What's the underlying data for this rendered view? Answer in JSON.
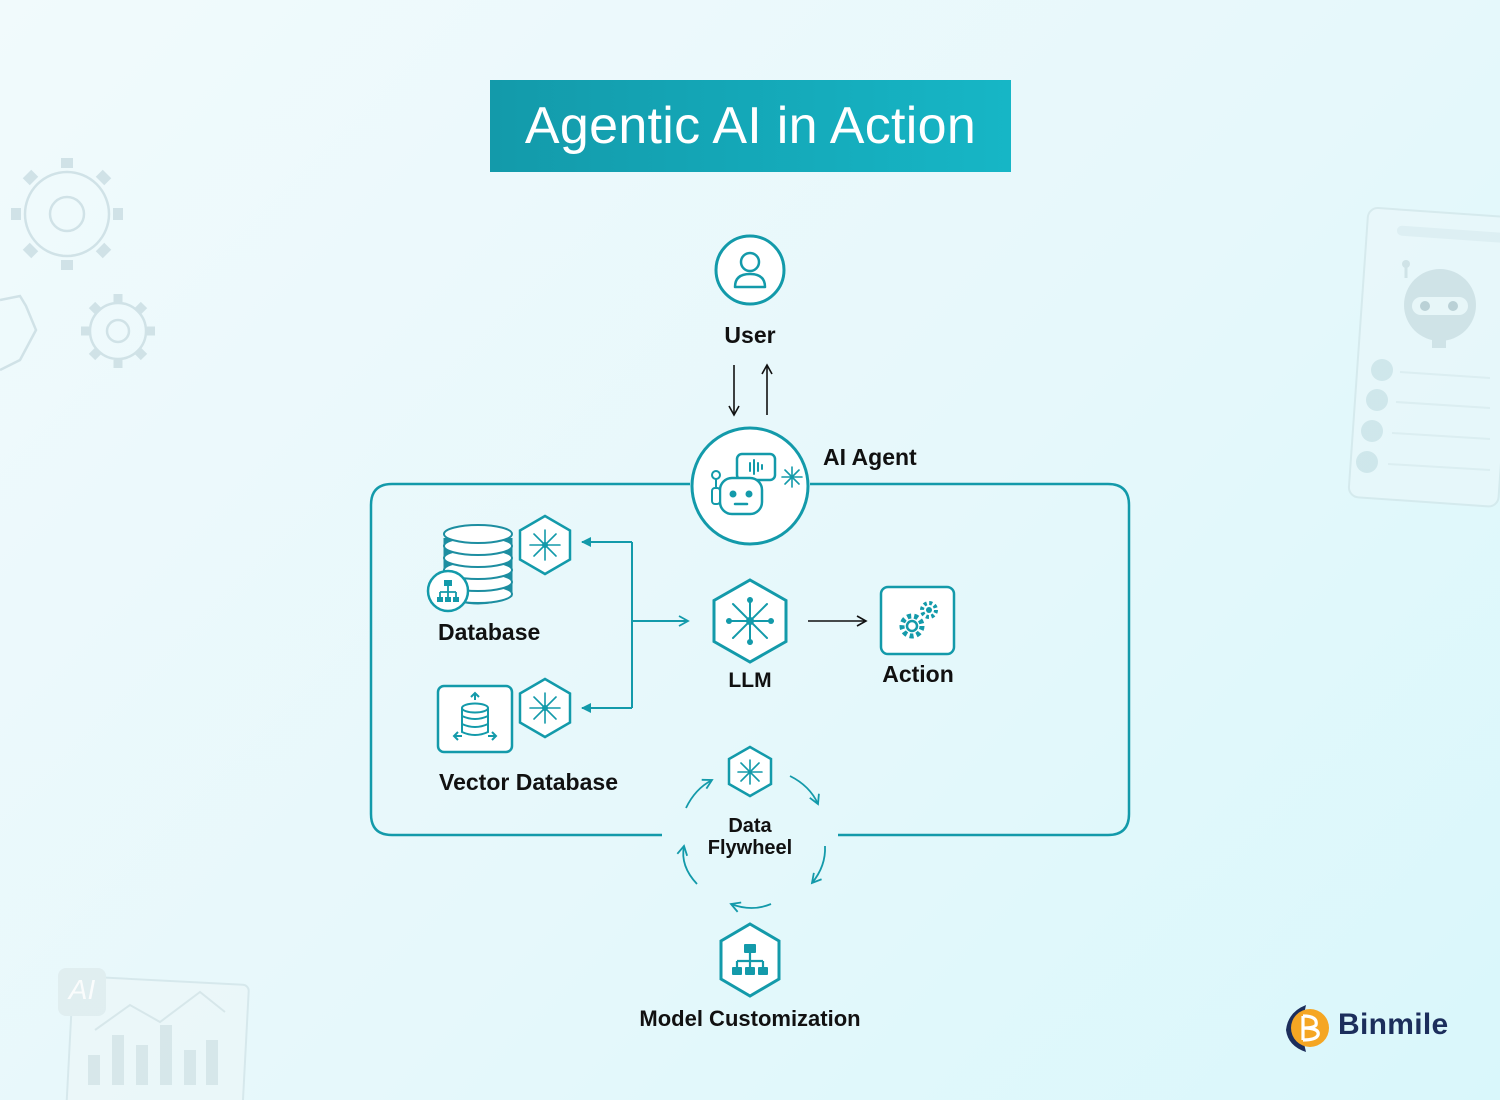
{
  "title": "Agentic AI in Action",
  "nodes": {
    "user": "User",
    "ai_agent": "AI Agent",
    "database": "Database",
    "vector_database": "Vector Database",
    "llm": "LLM",
    "action": "Action",
    "data_flywheel": "Data\nFlywheel",
    "model_customization": "Model Customization"
  },
  "background_badge": "AI",
  "brand": {
    "name": "Binmile"
  },
  "colors": {
    "accent": "#139aaa",
    "title_bg": "#16b6c6",
    "brand_text": "#1c2e5c",
    "brand_orange": "#f5a623"
  },
  "icons": {
    "user": "person-icon",
    "ai_agent": "robot-chat-icon",
    "database": "database-stack-icon",
    "vector_database": "vector-database-icon",
    "llm": "neural-network-hex-icon",
    "action": "gears-icon",
    "model_customization": "hierarchy-hex-icon"
  }
}
